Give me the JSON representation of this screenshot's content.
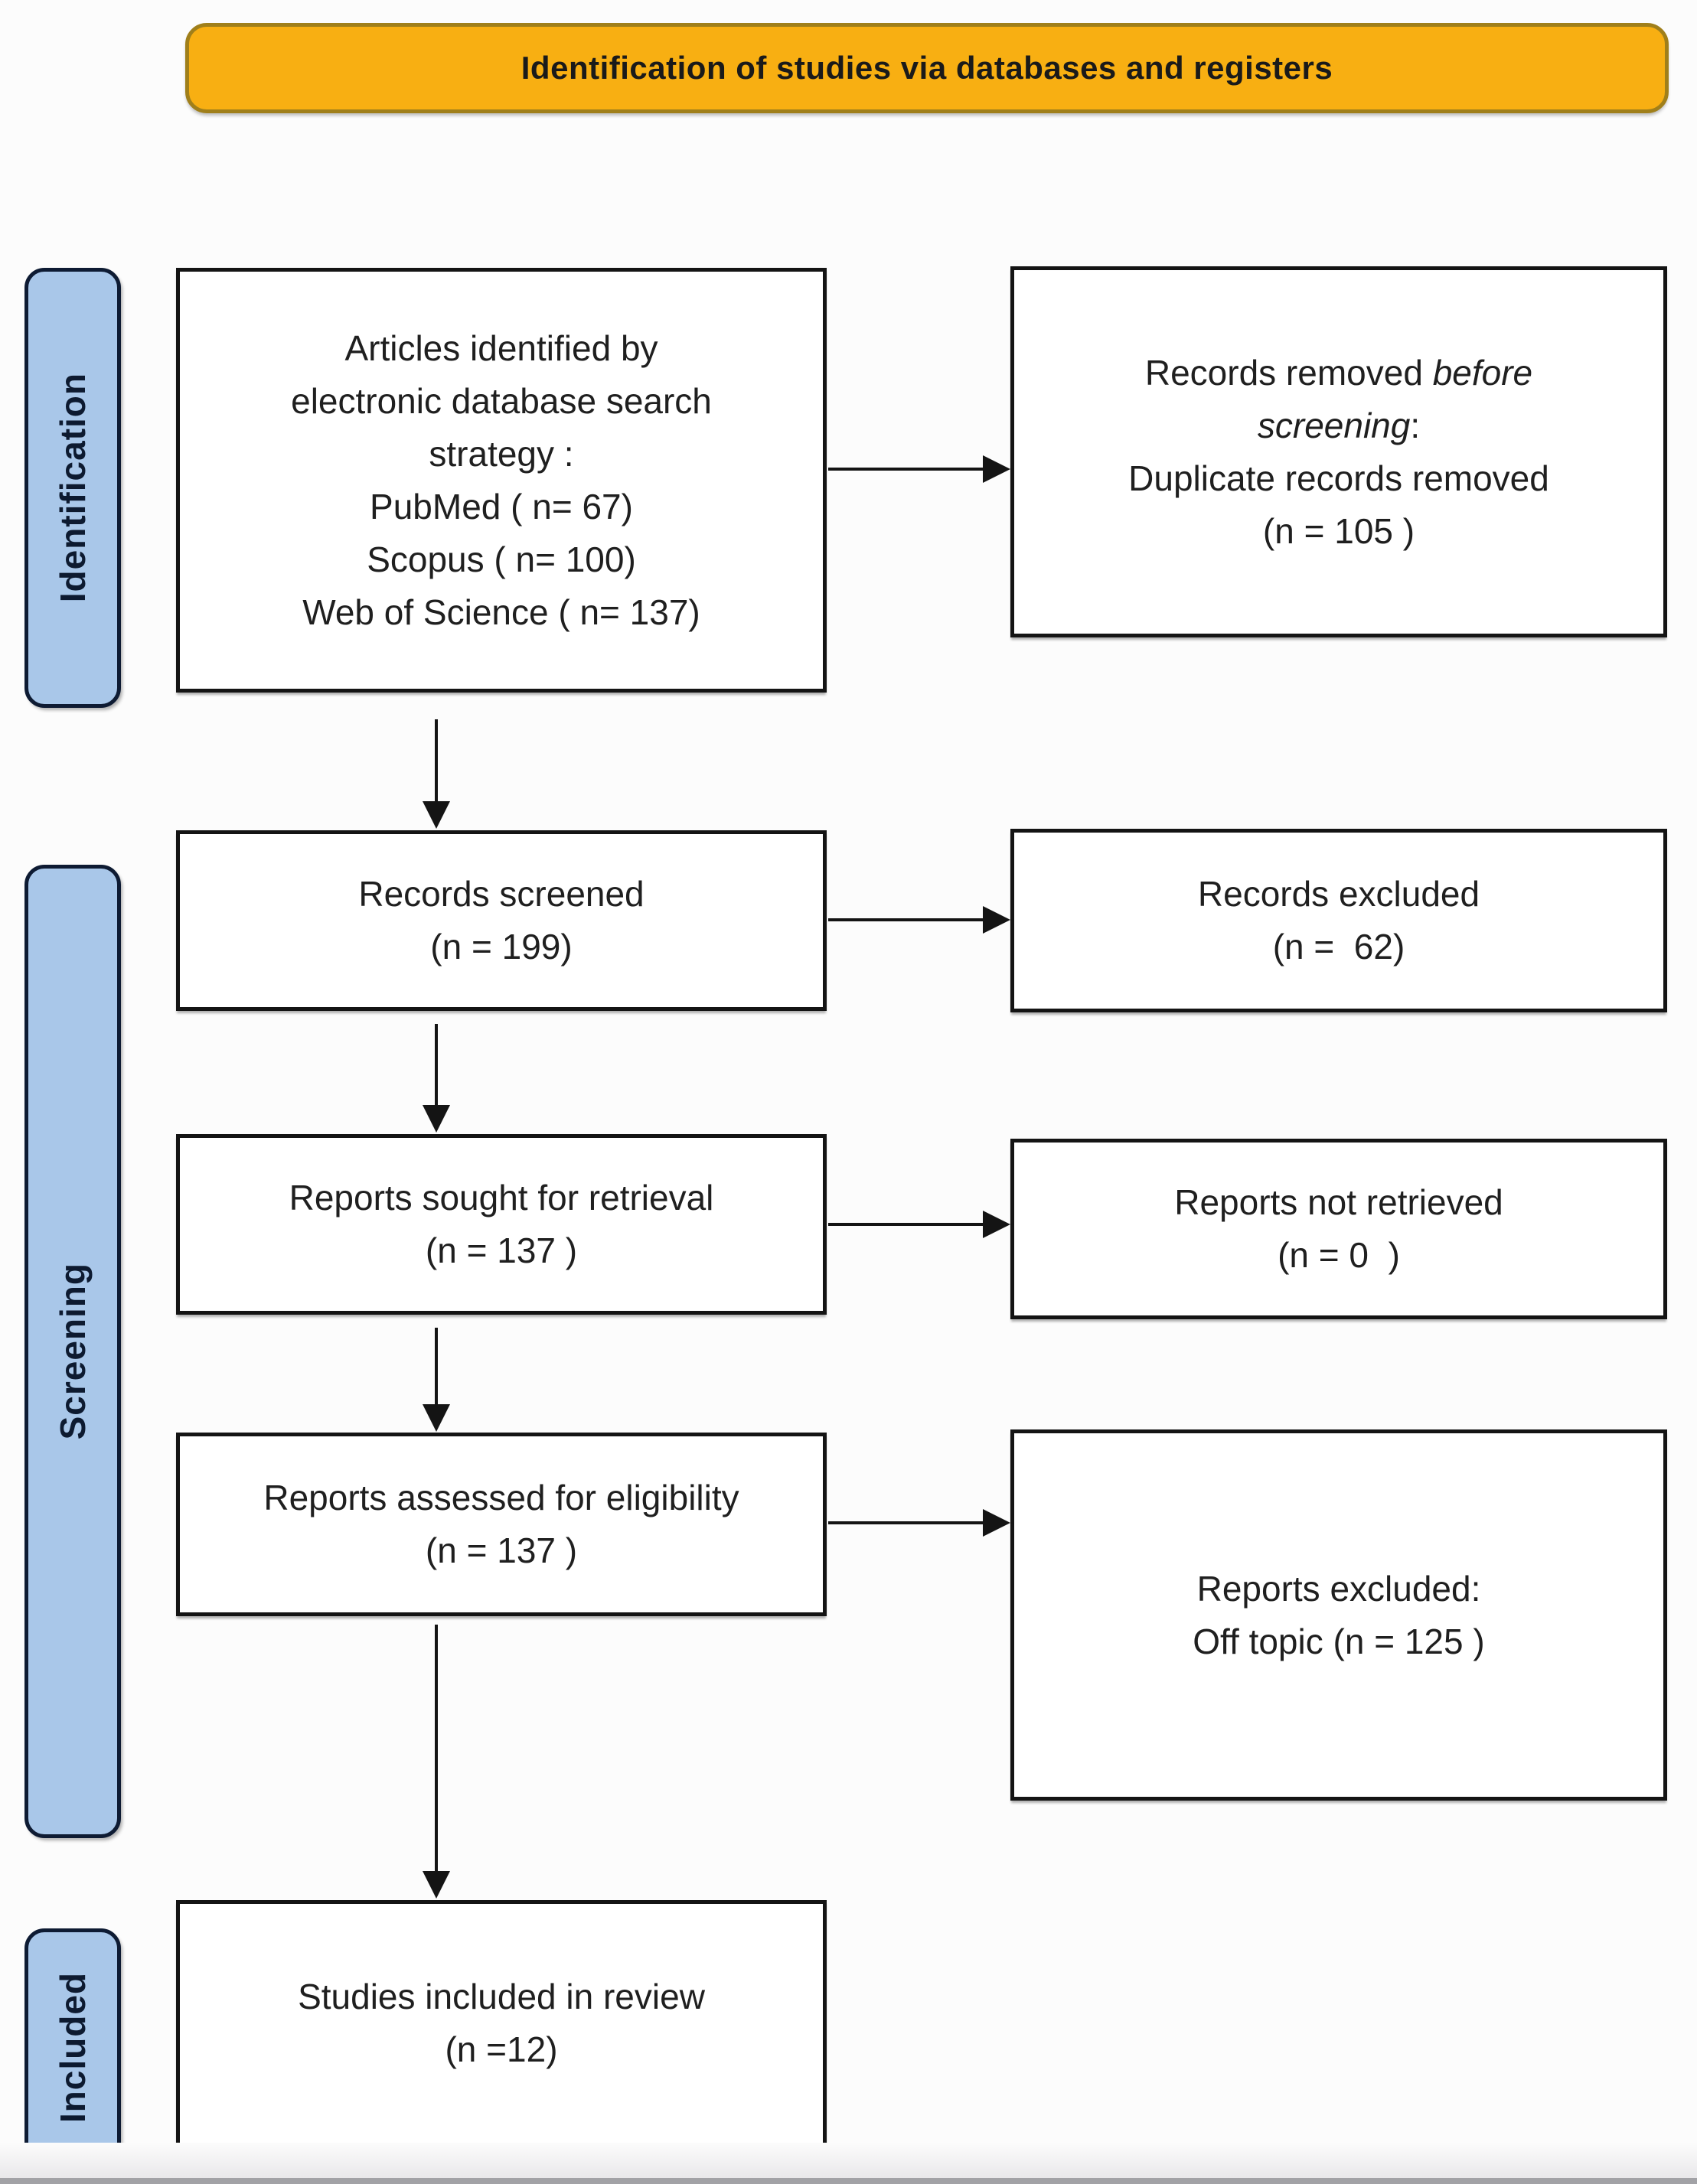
{
  "banner": {
    "title": "Identification of studies via databases and registers"
  },
  "stages": {
    "identification": "Identification",
    "screening": "Screening",
    "included": "Included"
  },
  "boxes": {
    "articles_identified": {
      "lines": [
        "Articles identified by",
        "electronic database search",
        "strategy :",
        "PubMed ( n= 67)",
        "Scopus ( n= 100)",
        "Web of Science ( n= 137)"
      ]
    },
    "records_removed": {
      "pre_italic": "Records removed ",
      "italic1": "before",
      "italic2": "screening",
      "post_italic": ":",
      "line3": "Duplicate records removed",
      "line4": "(n = 105 )"
    },
    "records_screened": {
      "lines": [
        "Records screened",
        "(n = 199)"
      ]
    },
    "records_excluded": {
      "lines": [
        "Records excluded",
        "(n =  62)"
      ]
    },
    "reports_sought": {
      "lines": [
        "Reports sought for retrieval",
        "(n = 137 )"
      ]
    },
    "reports_not_retrieved": {
      "lines": [
        "Reports not retrieved",
        "(n = 0  )"
      ]
    },
    "reports_assessed": {
      "lines": [
        "Reports assessed for eligibility",
        "(n = 137 )"
      ]
    },
    "reports_excluded": {
      "lines": [
        "Reports excluded:",
        "Off topic (n = 125 )"
      ]
    },
    "studies_included": {
      "lines": [
        "Studies included in review",
        "(n =12)"
      ]
    }
  },
  "colors": {
    "banner_fill": "#F8AF12",
    "banner_border": "#A07F1A",
    "banner_text": "#1A1A1A",
    "tag_fill": "#A9C7E9",
    "tag_border": "#0E1B33",
    "tag_text": "#0D1A30",
    "box_bg": "#FFFFFF",
    "box_border": "#141414",
    "box_text": "#1F1F1F",
    "arrow": "#141414",
    "page_bg": "#FCFCFC",
    "footer_bar": "#A2A2A6"
  }
}
